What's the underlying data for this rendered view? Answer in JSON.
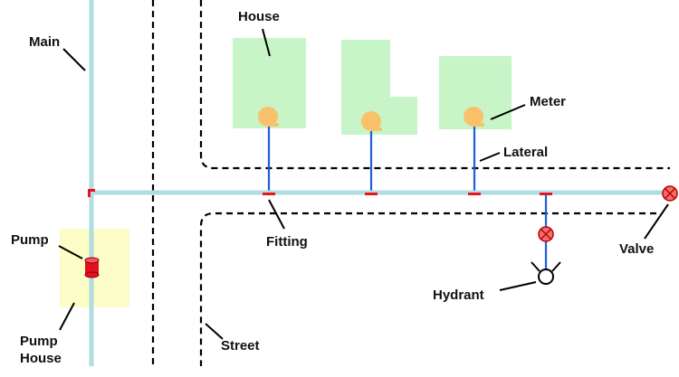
{
  "labels": {
    "house": "House",
    "main": "Main",
    "meter": "Meter",
    "lateral": "Lateral",
    "fitting": "Fitting",
    "pump": "Pump",
    "valve": "Valve",
    "hydrant": "Hydrant",
    "pump_house_line1": "Pump",
    "pump_house_line2": "House",
    "street": "Street"
  },
  "colors": {
    "main_pipe": "#b0dde0",
    "lateral_pipe": "#1f5fd6",
    "house_fill": "#c8f5c8",
    "pump_house_fill": "#fdfdc8",
    "meter_fill": "#f9c26a",
    "fitting": "#e8141e",
    "pump": "#e01020",
    "valve_fill": "#f07070",
    "valve_stroke": "#c00000"
  },
  "icons": {
    "valve": "valve-icon",
    "hydrant": "hydrant-icon",
    "pump": "pump-icon",
    "meter": "meter-icon",
    "fitting": "fitting-icon"
  }
}
